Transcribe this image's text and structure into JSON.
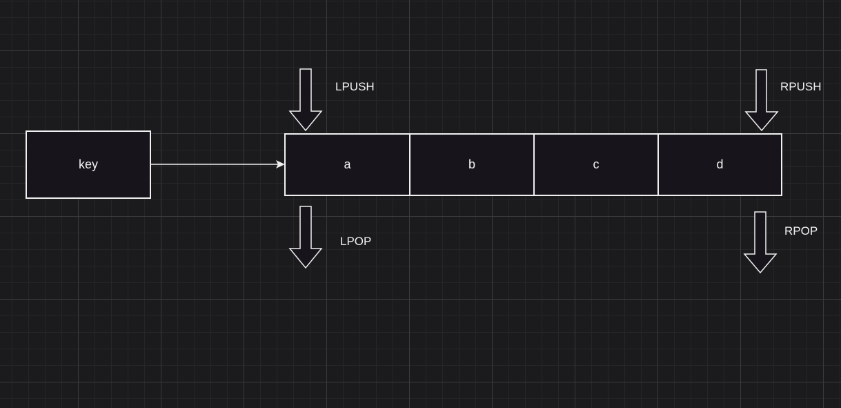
{
  "key_node": {
    "label": "key"
  },
  "list": {
    "cells": [
      "a",
      "b",
      "c",
      "d"
    ]
  },
  "operations": {
    "lpush": "LPUSH",
    "lpop": "LPOP",
    "rpush": "RPUSH",
    "rpop": "RPOP"
  },
  "colors": {
    "background": "#1b1a1d",
    "stroke": "#f0f0f0",
    "text": "#f2f2f2"
  }
}
